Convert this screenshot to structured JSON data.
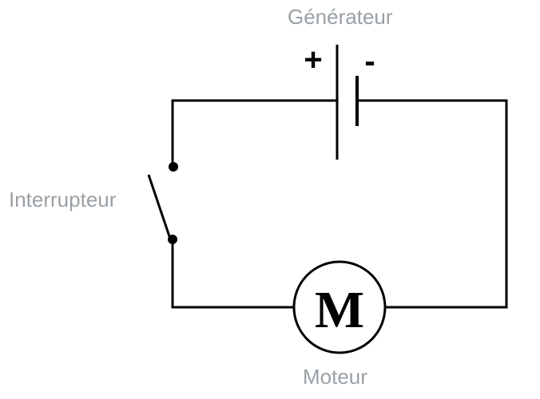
{
  "labels": {
    "generator": "Générateur",
    "switch": "Interrupteur",
    "motor": "Moteur"
  },
  "symbols": {
    "plus": "+",
    "minus": "-",
    "motor_letter": "M"
  },
  "colors": {
    "wire": "#000000",
    "label": "#9aa1a6",
    "background": "#ffffff"
  }
}
